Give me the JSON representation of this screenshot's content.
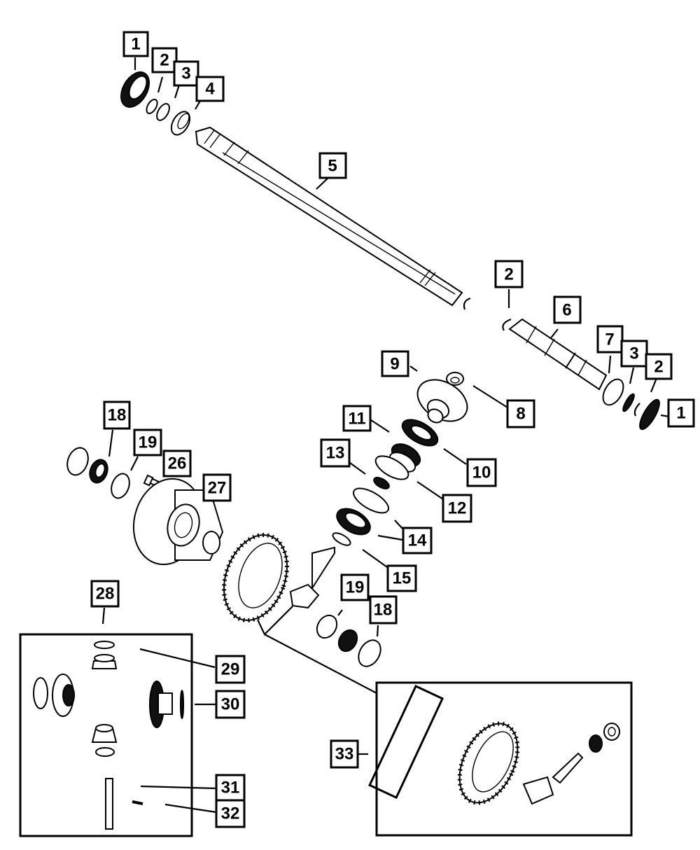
{
  "diagram": {
    "type": "exploded-parts-diagram",
    "subject": "Axle shaft and differential assembly",
    "callouts": [
      {
        "id": "c1a",
        "label": "1"
      },
      {
        "id": "c2a",
        "label": "2"
      },
      {
        "id": "c3a",
        "label": "3"
      },
      {
        "id": "c4",
        "label": "4"
      },
      {
        "id": "c5",
        "label": "5"
      },
      {
        "id": "c2b",
        "label": "2"
      },
      {
        "id": "c6",
        "label": "6"
      },
      {
        "id": "c7",
        "label": "7"
      },
      {
        "id": "c3b",
        "label": "3"
      },
      {
        "id": "c2c",
        "label": "2"
      },
      {
        "id": "c1b",
        "label": "1"
      },
      {
        "id": "c9",
        "label": "9"
      },
      {
        "id": "c8",
        "label": "8"
      },
      {
        "id": "c11",
        "label": "11"
      },
      {
        "id": "c10",
        "label": "10"
      },
      {
        "id": "c13",
        "label": "13"
      },
      {
        "id": "c12",
        "label": "12"
      },
      {
        "id": "c14",
        "label": "14"
      },
      {
        "id": "c15",
        "label": "15"
      },
      {
        "id": "c18a",
        "label": "18"
      },
      {
        "id": "c19a",
        "label": "19"
      },
      {
        "id": "c26",
        "label": "26"
      },
      {
        "id": "c27",
        "label": "27"
      },
      {
        "id": "c19b",
        "label": "19"
      },
      {
        "id": "c18b",
        "label": "18"
      },
      {
        "id": "c28",
        "label": "28"
      },
      {
        "id": "c29",
        "label": "29"
      },
      {
        "id": "c30",
        "label": "30"
      },
      {
        "id": "c31",
        "label": "31"
      },
      {
        "id": "c32",
        "label": "32"
      },
      {
        "id": "c33",
        "label": "33"
      }
    ],
    "kits": [
      {
        "callout": "28",
        "contents": "differential gear kit (side gears, pinion gears, thrust washers, shaft, pin)"
      },
      {
        "callout": "33",
        "contents": "ring and pinion gear set with bolts, seal and nut"
      }
    ]
  }
}
